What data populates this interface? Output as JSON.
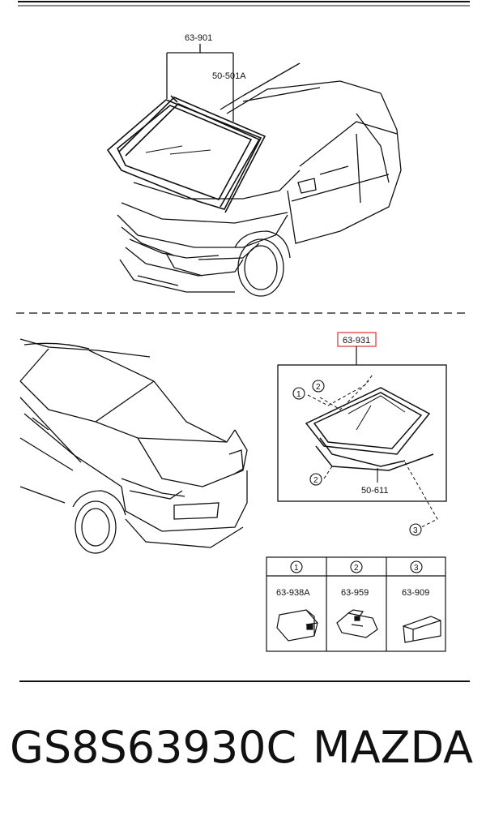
{
  "callouts": {
    "windshield": "63-901",
    "windshield_molding": "50-501A",
    "rear_window": "63-931",
    "rear_molding": "50-611",
    "marker_1": "1",
    "marker_2a": "2",
    "marker_2b": "2",
    "marker_3": "3"
  },
  "parts_table": [
    {
      "marker": "1",
      "part": "63-938A"
    },
    {
      "marker": "2",
      "part": "63-959"
    },
    {
      "marker": "3",
      "part": "63-909"
    }
  ],
  "footer": {
    "part_number": "GS8S63930C",
    "brand": "MAZDA"
  },
  "colors": {
    "highlight": "#e05050",
    "line": "#111111"
  }
}
